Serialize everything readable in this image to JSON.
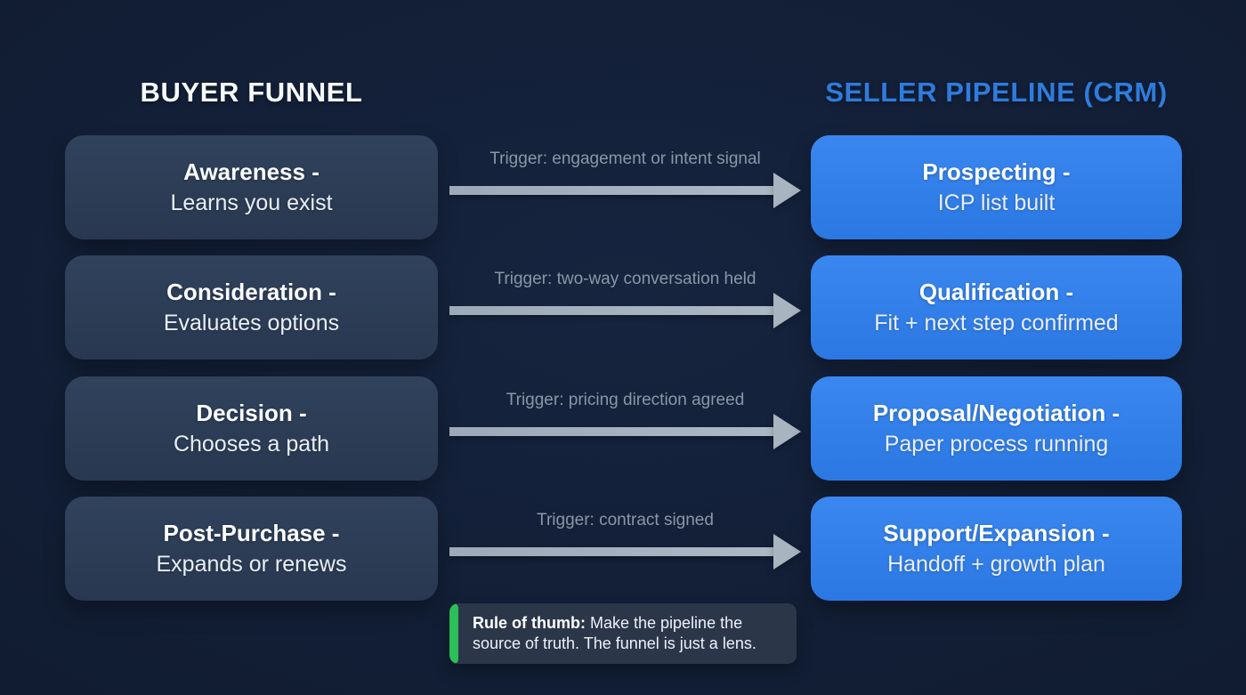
{
  "headers": {
    "left": "BUYER FUNNEL",
    "right": "SELLER PIPELINE (CRM)"
  },
  "rows": [
    {
      "buyer_title": "Awareness -",
      "buyer_subtitle": "Learns you exist",
      "trigger": "Trigger: engagement or intent signal",
      "seller_title": "Prospecting -",
      "seller_subtitle": "ICP list built"
    },
    {
      "buyer_title": "Consideration -",
      "buyer_subtitle": "Evaluates options",
      "trigger": "Trigger: two-way conversation held",
      "seller_title": "Qualification -",
      "seller_subtitle": "Fit + next step confirmed"
    },
    {
      "buyer_title": "Decision -",
      "buyer_subtitle": "Chooses a path",
      "trigger": "Trigger: pricing direction agreed",
      "seller_title": "Proposal/Negotiation -",
      "seller_subtitle": "Paper process running"
    },
    {
      "buyer_title": "Post-Purchase -",
      "buyer_subtitle": "Expands or renews",
      "trigger": "Trigger: contract signed",
      "seller_title": "Support/Expansion -",
      "seller_subtitle": "Handoff + growth plan"
    }
  ],
  "note": {
    "label": "Rule of thumb:",
    "line1_rest": " Make the pipeline the",
    "line2": "source of truth. The funnel is just a lens."
  },
  "colors": {
    "background": "#121e35",
    "buyer_card": "#2b3b54",
    "seller_card": "#2f7ee8",
    "header_accent": "#2e7cdd",
    "trigger_text": "#8b96a6",
    "arrow": "#a9b4c1",
    "note_background": "#2b3649",
    "note_accent_green": "#2abf57"
  }
}
